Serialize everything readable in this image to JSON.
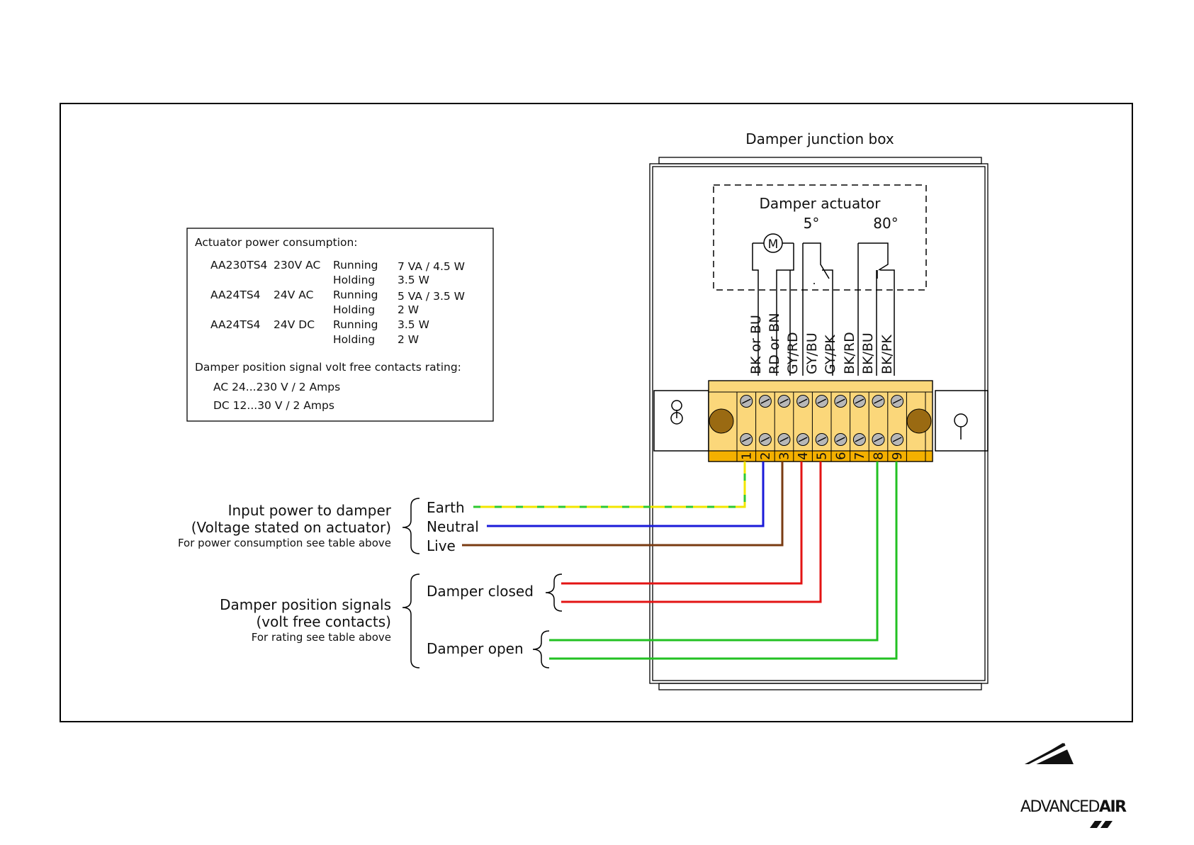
{
  "junction_box_title": "Damper junction box",
  "actuator": {
    "title": "Damper actuator",
    "motor_symbol": "M",
    "switch_labels": [
      "5°",
      "80°"
    ]
  },
  "wire_codes": [
    "BK or BU",
    "RD or BN",
    "GY/RD",
    "GY/BU",
    "GY/PK",
    "BK/RD",
    "BK/BU",
    "BK/PK"
  ],
  "terminal_numbers": [
    "1",
    "2",
    "3",
    "4",
    "5",
    "6",
    "7",
    "8",
    "9"
  ],
  "spec_table": {
    "heading": "Actuator power consumption:",
    "rows": [
      {
        "model": "AA230TS4",
        "supply": "230V AC",
        "mode": "Running",
        "value": "7 VA / 4.5 W"
      },
      {
        "model": "",
        "supply": "",
        "mode": "Holding",
        "value": "3.5 W"
      },
      {
        "model": "AA24TS4",
        "supply": "24V AC",
        "mode": "Running",
        "value": "5 VA / 3.5 W"
      },
      {
        "model": "",
        "supply": "",
        "mode": "Holding",
        "value": "2 W"
      },
      {
        "model": "AA24TS4",
        "supply": "24V DC",
        "mode": "Running",
        "value": "3.5 W"
      },
      {
        "model": "",
        "supply": "",
        "mode": "Holding",
        "value": "2 W"
      }
    ],
    "contacts_heading": "Damper position signal volt free contacts rating:",
    "contacts": [
      "AC 24...230 V / 2 Amps",
      "DC 12...30 V / 2 Amps"
    ]
  },
  "power_group": {
    "line1": "Input power to damper",
    "line2": "(Voltage stated on actuator)",
    "line3": "For power consumption see table above",
    "wires": [
      "Earth",
      "Neutral",
      "Live"
    ]
  },
  "signal_group": {
    "line1": "Damper position signals",
    "line2": "(volt free contacts)",
    "line3": "For rating see table above",
    "closed_label": "Damper closed",
    "open_label": "Damper open"
  },
  "brand": {
    "name_part1": "ADVANCED",
    "name_part2": "AIR"
  },
  "colors": {
    "earth_yellow": "#f2e600",
    "earth_green": "#2ec92e",
    "neutral_blue": "#1a1ad9",
    "live_brown": "#7a3b12",
    "signal_red": "#e31414",
    "signal_green": "#22c122",
    "terminal_body": "#fbd77a",
    "terminal_strip": "#f4b000",
    "knob": "#9a6a12"
  }
}
